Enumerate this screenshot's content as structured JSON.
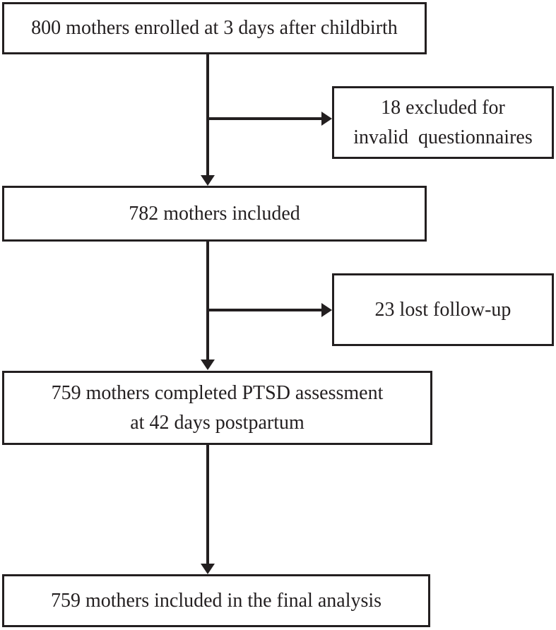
{
  "figure": {
    "type": "flow-diagram",
    "background_color": "#ffffff",
    "line_color": "#231f20",
    "text_color": "#231f20"
  },
  "nodes": {
    "enrolled": {
      "text": "800 mothers enrolled at 3 days after childbirth"
    },
    "excluded": {
      "lines": [
        "18 excluded for",
        "invalid  questionnaires"
      ]
    },
    "included": {
      "text": "782 mothers included"
    },
    "lost_followup": {
      "text": "23 lost follow-up"
    },
    "ptsd_assessment": {
      "lines": [
        "759 mothers completed PTSD assessment",
        "at 42 days postpartum"
      ]
    },
    "final_analysis": {
      "text": "759 mothers included in the final analysis"
    }
  }
}
